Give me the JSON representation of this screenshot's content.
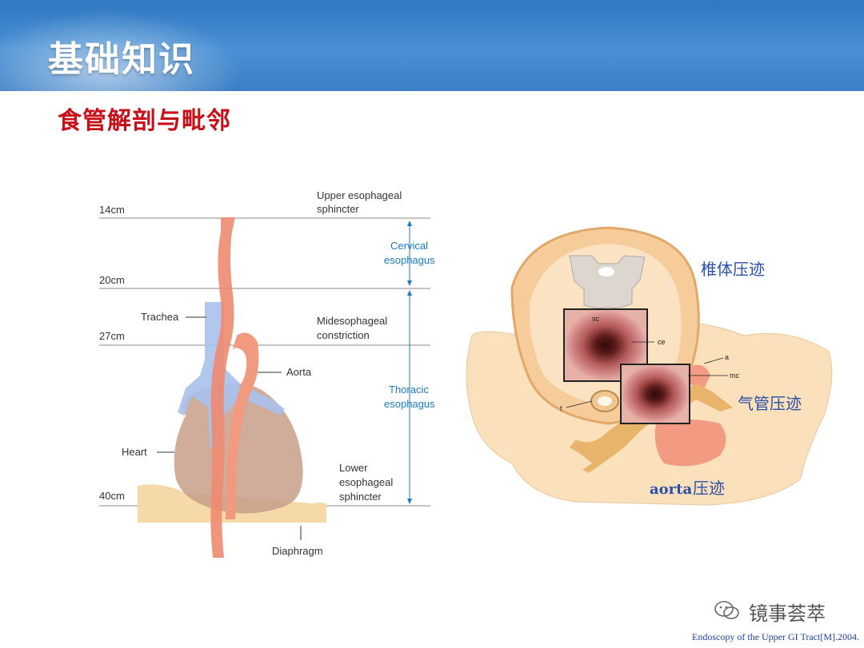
{
  "slide": {
    "title": "基础知识",
    "subtitle": "食管解剖与毗邻"
  },
  "left_figure": {
    "levels": [
      "14cm",
      "20cm",
      "27cm",
      "40cm"
    ],
    "labels": {
      "upper_sphincter_1": "Upper esophageal",
      "upper_sphincter_2": "sphincter",
      "cervical_1": "Cervical",
      "cervical_2": "esophagus",
      "trachea": "Trachea",
      "midesophageal_1": "Midesophageal",
      "midesophageal_2": "constriction",
      "aorta": "Aorta",
      "thoracic_1": "Thoracic",
      "thoracic_2": "esophagus",
      "heart": "Heart",
      "lower_1": "Lower",
      "lower_2": "esophageal",
      "lower_3": "sphincter",
      "diaphragm": "Diaphragm"
    }
  },
  "right_figure": {
    "small_labels": {
      "sc": "sc",
      "ce": "ce",
      "a": "a",
      "mc": "mc",
      "t": "t"
    },
    "annotations": {
      "vertebra": "椎体压迹",
      "trachea": "气管压迹",
      "aorta_en": "aorta",
      "aorta_cn": "压迹"
    }
  },
  "watermark": "镜事荟萃",
  "citation": "Endoscopy of the Upper GI Tract[M].2004.",
  "colors": {
    "header_blue": "#3b7fc6",
    "subtitle_red": "#c8101a",
    "label_blue": "#1a7ac4",
    "annotation_blue": "#2a4fa8",
    "esophagus": "#ee8a70",
    "trachea": "#9fb8e6"
  }
}
